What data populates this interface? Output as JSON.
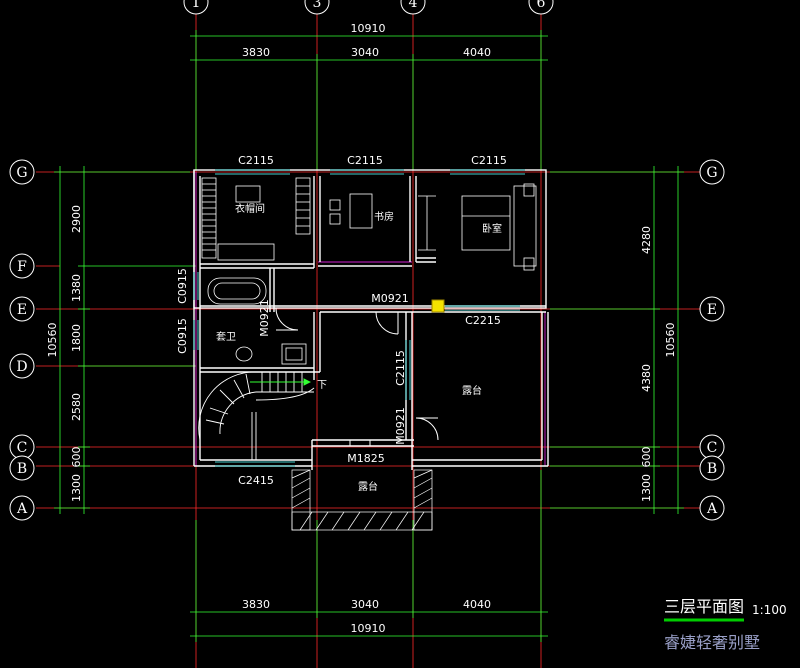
{
  "drawing": {
    "title": "三层平面图",
    "scale": "1:100",
    "project_name": "睿婕轻奢别墅"
  },
  "axes": {
    "vertical_labels": [
      "1",
      "3",
      "4",
      "6"
    ],
    "horizontal_labels": [
      "G",
      "F",
      "E",
      "D",
      "C",
      "B",
      "A"
    ]
  },
  "dimensions": {
    "top_total": "10910",
    "top_segments": [
      "3830",
      "3040",
      "4040"
    ],
    "bottom_total": "10910",
    "bottom_segments": [
      "3830",
      "3040",
      "4040"
    ],
    "left_total": "10560",
    "left_segments": [
      "2900",
      "1380",
      "1800",
      "2580",
      "600",
      "1300"
    ],
    "right_total": "10560",
    "right_segments": [
      "4280",
      "4380",
      "600",
      "1300"
    ]
  },
  "openings": {
    "window_top_left": "C2115",
    "window_top_mid": "C2115",
    "window_top_right": "C2115",
    "window_bath_upper": "C0915",
    "window_bath_lower": "C0915",
    "door_bath": "M0921",
    "door_hall": "M0921",
    "window_balcony": "C2215",
    "window_hall": "C2115",
    "door_terrace": "M0921",
    "door_bottom": "M1825",
    "window_bottom": "C2415"
  },
  "rooms": {
    "cloakroom": "衣帽间",
    "study": "书房",
    "bedroom": "卧室",
    "bathroom": "套卫",
    "terrace": "露台",
    "balcony": "露台",
    "stair_down": "下"
  },
  "colors": {
    "background": "#000000",
    "wall": "#ffffff",
    "axis_line": "#ff2a2a",
    "dimension_line": "#33ff33",
    "magenta_line": "#d020d0",
    "window_line": "#46d0d0",
    "title_underline": "#00cc00"
  }
}
